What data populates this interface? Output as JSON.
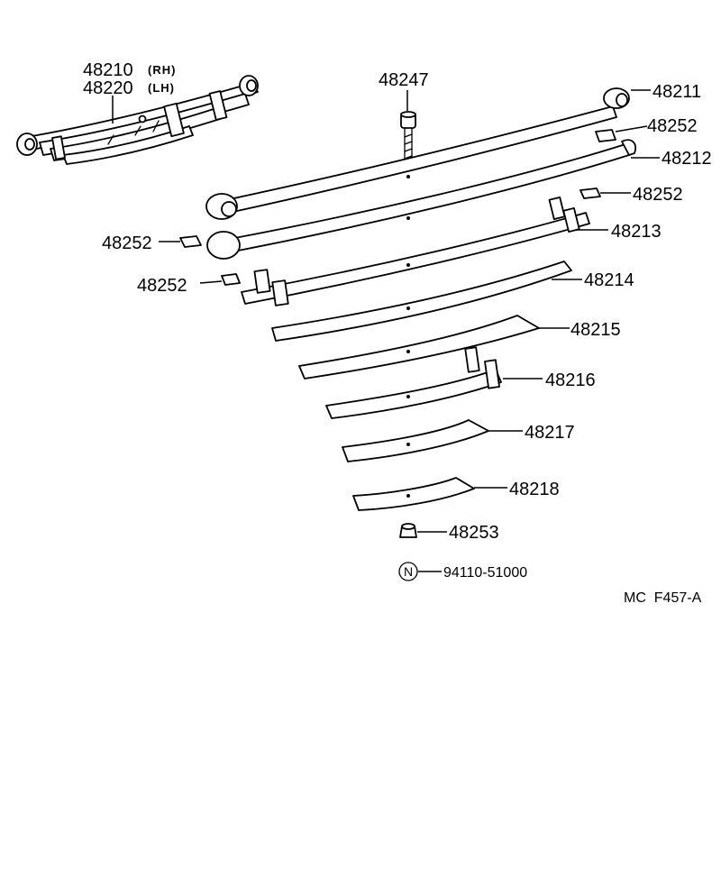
{
  "assembly": {
    "part_rh": "48210",
    "side_rh": "(RH)",
    "part_lh": "48220",
    "side_lh": "(LH)"
  },
  "labels": {
    "bolt": "48247",
    "leaf_1": "48211",
    "leaf_2": "48212",
    "leaf_3": "48213",
    "leaf_4": "48214",
    "leaf_5": "48215",
    "leaf_6": "48216",
    "leaf_7": "48217",
    "leaf_8": "48218",
    "insert_a": "48252",
    "insert_b": "48252",
    "insert_c": "48252",
    "insert_d": "48252",
    "nut": "48253"
  },
  "note": {
    "symbol": "N",
    "part": "94110-51000"
  },
  "figure_code": "MC  F457-A"
}
